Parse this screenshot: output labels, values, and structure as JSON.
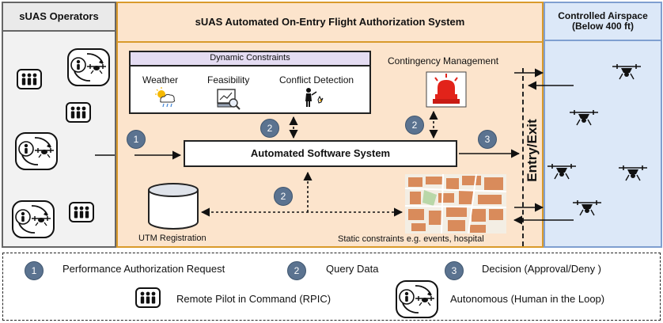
{
  "operators": {
    "title": "sUAS Operators"
  },
  "system": {
    "title": "sUAS Automated On-Entry Flight Authorization System",
    "dynamic": {
      "title": "Dynamic Constraints",
      "items": [
        "Weather",
        "Feasibility",
        "Conflict Detection"
      ]
    },
    "contingency": "Contingency Management",
    "software": "Automated Software System",
    "registration": "UTM Registration",
    "static": "Static constraints e.g. events, hospital",
    "entry_exit": "Entry/Exit"
  },
  "airspace": {
    "title_line1": "Controlled Airspace",
    "title_line2": "(Below 400 ft)"
  },
  "markers": {
    "one": "1",
    "two": "2",
    "three": "3"
  },
  "legend": {
    "item1": "Performance Authorization Request",
    "item2": "Query Data",
    "item3": "Decision (Approval/Deny )",
    "rpic": "Remote Pilot in Command (RPIC)",
    "autonomous": "Autonomous (Human in the Loop)"
  },
  "colors": {
    "operators_bg": "#f2f2f2",
    "operators_border": "#666666",
    "system_bg": "#fce4cc",
    "system_border": "#d99a2b",
    "airspace_bg": "#dce8f8",
    "airspace_border": "#7f9fd0",
    "marker": "#5b7390"
  }
}
